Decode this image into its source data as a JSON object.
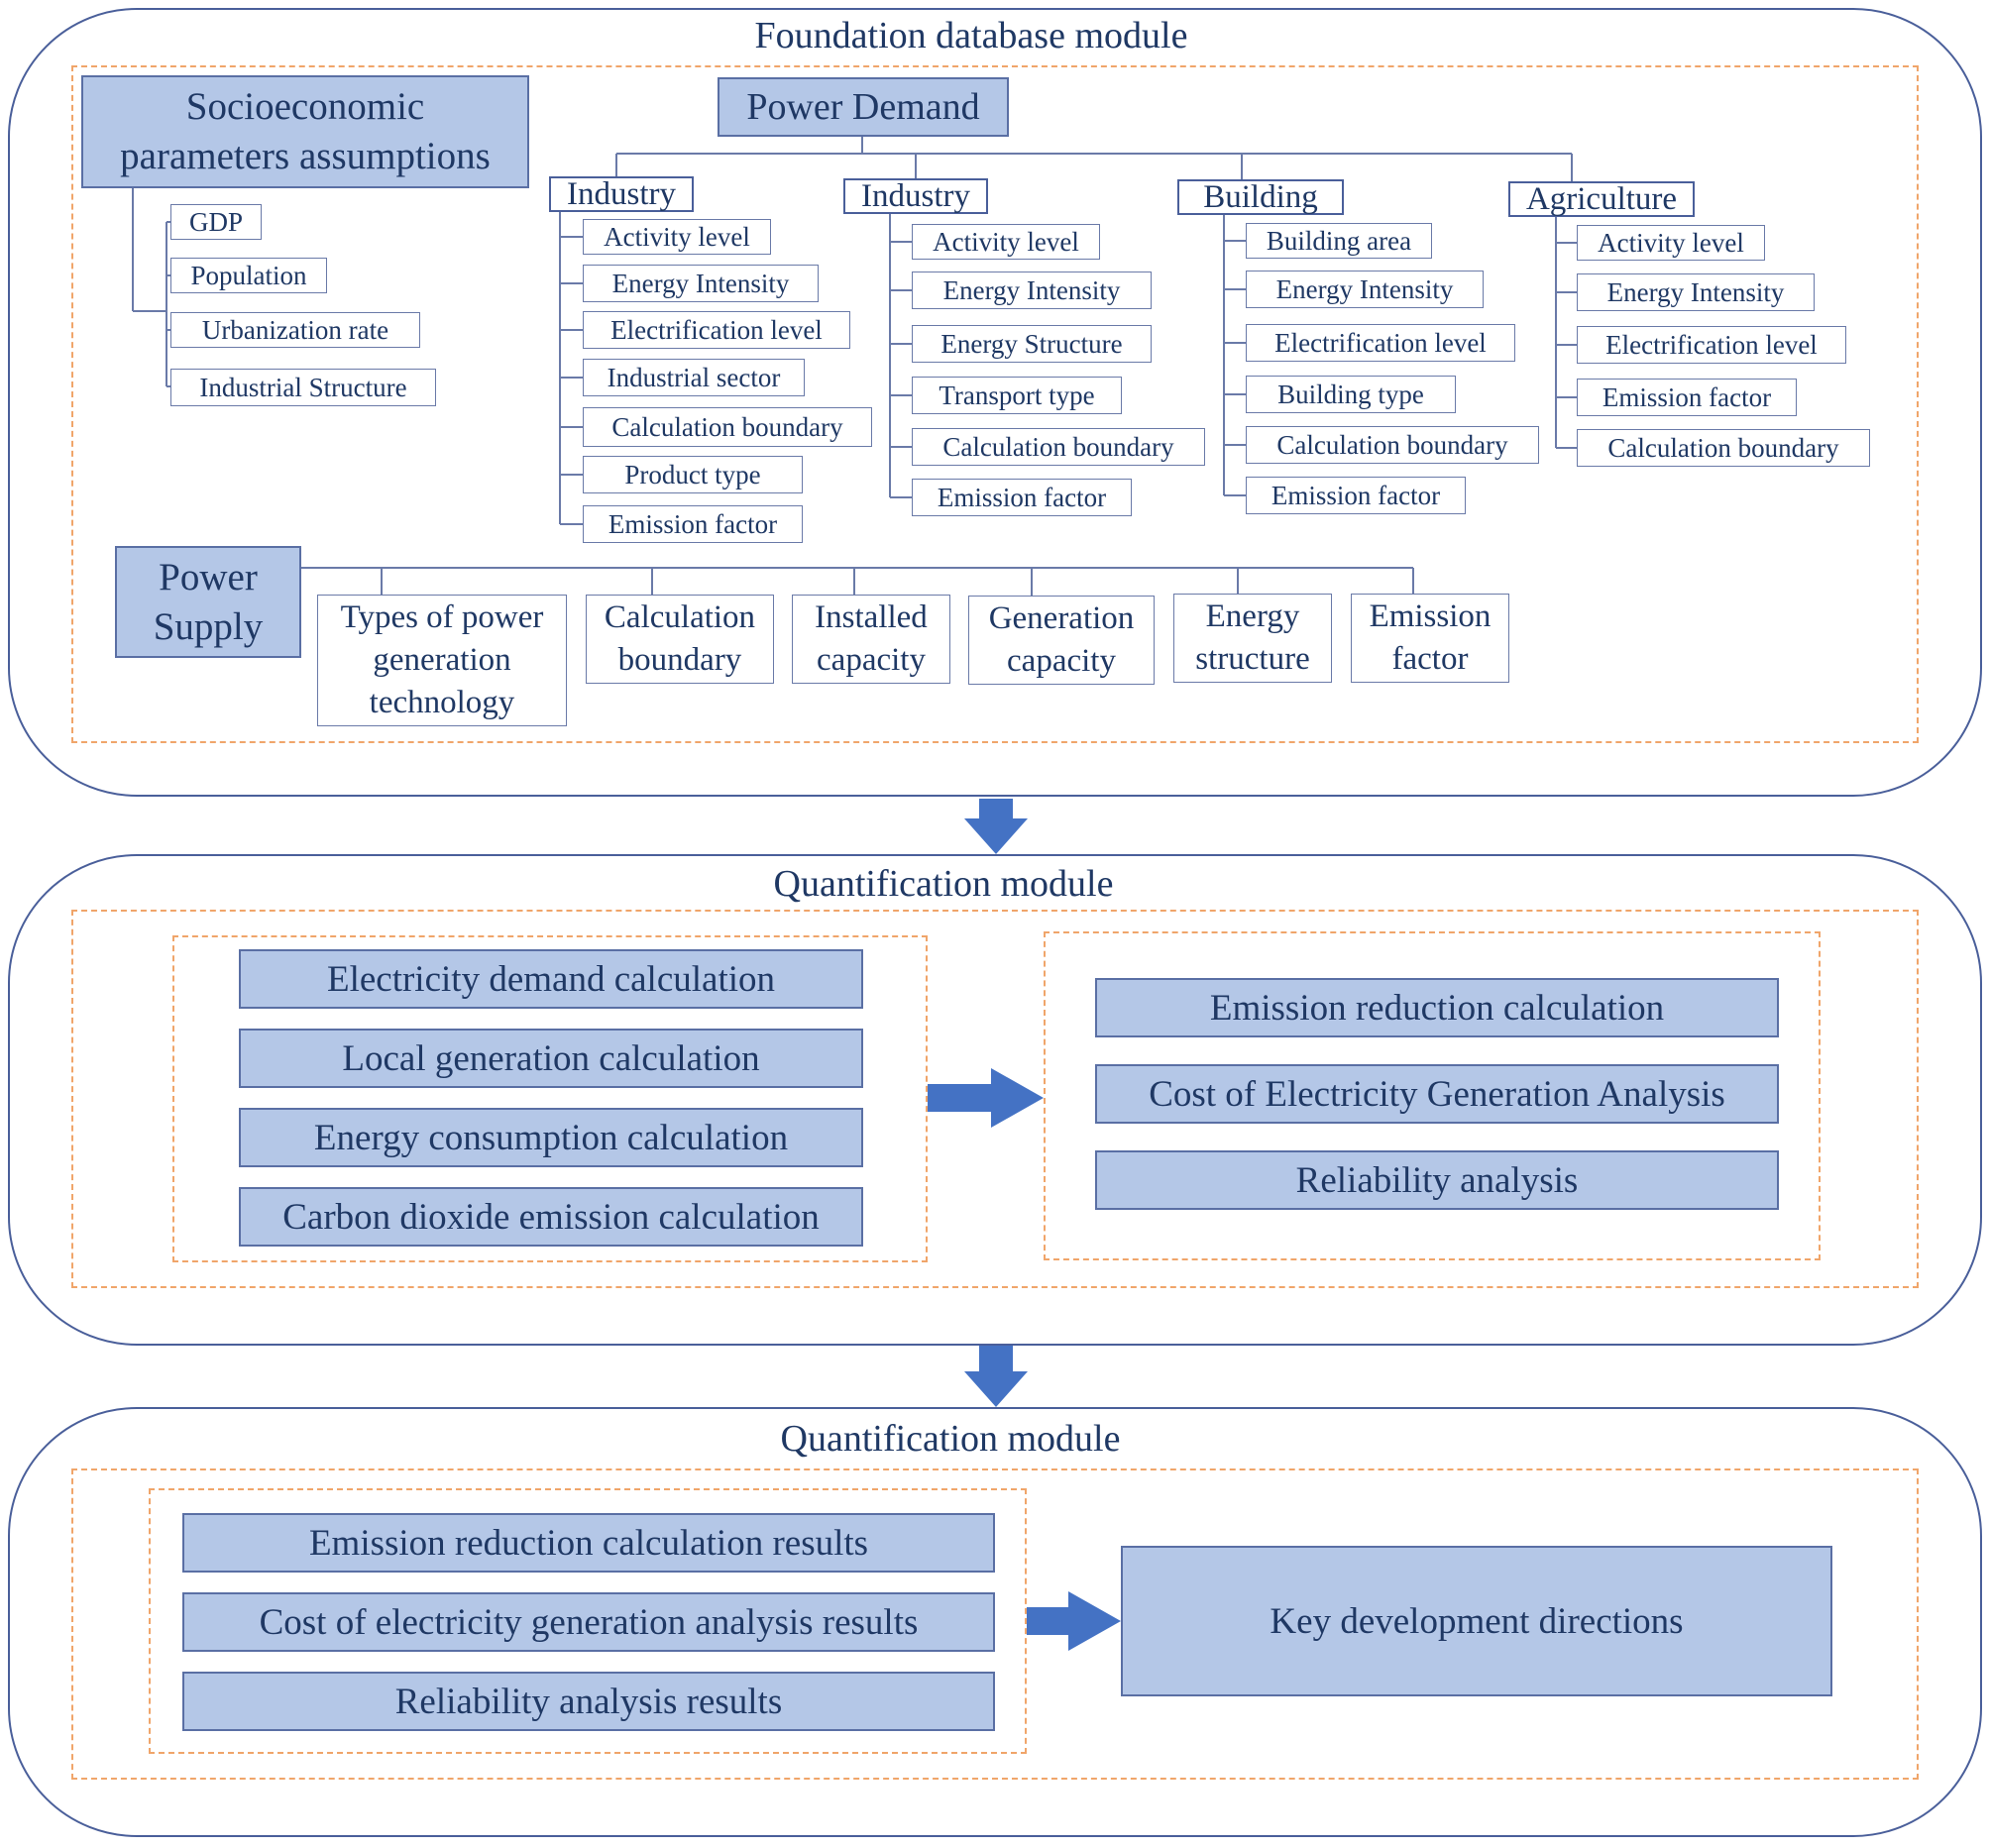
{
  "modules": {
    "foundation_title": "Foundation database module",
    "quantification_title": "Quantification module",
    "output_title": "Quantification module"
  },
  "socio": {
    "title_line1": "Socioeconomic",
    "title_line2": "parameters assumptions",
    "items": [
      "GDP",
      "Population",
      "Urbanization rate",
      "Industrial Structure"
    ]
  },
  "demand": {
    "title": "Power Demand",
    "categories": [
      {
        "label": "Industry",
        "items": [
          "Activity level",
          "Energy Intensity",
          "Electrification level",
          "Industrial sector",
          "Calculation boundary",
          "Product type",
          "Emission factor"
        ]
      },
      {
        "label": "Industry",
        "items": [
          "Activity level",
          "Energy Intensity",
          "Energy Structure",
          "Transport type",
          "Calculation boundary",
          "Emission factor"
        ]
      },
      {
        "label": "Building",
        "items": [
          "Building area",
          "Energy Intensity",
          "Electrification level",
          "Building type",
          "Calculation boundary",
          "Emission factor"
        ]
      },
      {
        "label": "Agriculture",
        "items": [
          "Activity level",
          "Energy Intensity",
          "Electrification level",
          "Emission factor",
          "Calculation boundary"
        ]
      }
    ]
  },
  "supply": {
    "title_line1": "Power",
    "title_line2": "Supply",
    "items": [
      [
        "Types of power",
        "generation",
        "technology"
      ],
      [
        "Calculation",
        "boundary"
      ],
      [
        "Installed",
        "capacity"
      ],
      [
        "Generation",
        "capacity"
      ],
      [
        "Energy",
        "structure"
      ],
      [
        "Emission",
        "factor"
      ]
    ]
  },
  "quantification": {
    "left": [
      "Electricity demand calculation",
      "Local generation calculation",
      "Energy consumption calculation",
      "Carbon dioxide emission calculation"
    ],
    "right": [
      "Emission reduction calculation",
      "Cost of Electricity Generation Analysis",
      "Reliability analysis"
    ]
  },
  "results": {
    "left": [
      "Emission reduction calculation results",
      "Cost of electricity generation analysis results",
      "Reliability analysis results"
    ],
    "final": "Key development directions"
  },
  "colors": {
    "box_fill": "#b4c7e7",
    "box_border": "#5a6fa4",
    "arrow": "#4472c4",
    "dash": "#f0a56a",
    "text": "#1f3864"
  }
}
